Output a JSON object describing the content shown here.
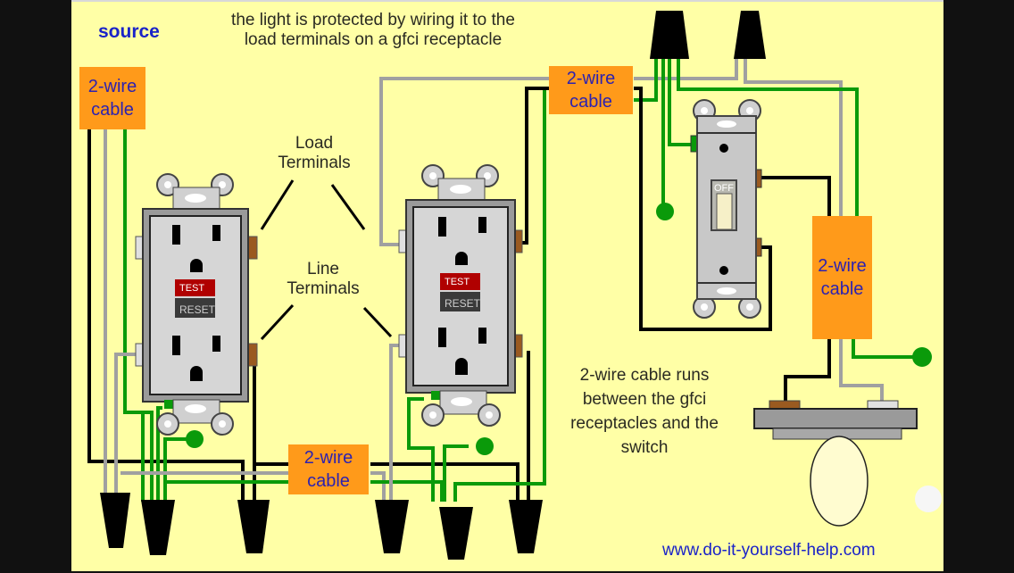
{
  "title_text": {
    "line1": "the light is protected by wiring it to the",
    "line2": "load terminals on a gfci receptacle"
  },
  "source_label": "source",
  "cable_labels": [
    {
      "line1": "2-wire",
      "line2": "cable"
    },
    {
      "line1": "2-wire",
      "line2": "cable"
    },
    {
      "line1": "2-wire",
      "line2": "cable"
    },
    {
      "line1": "2-wire",
      "line2": "cable"
    }
  ],
  "load_terminals": {
    "line1": "Load",
    "line2": "Terminals"
  },
  "line_terminals": {
    "line1": "Line",
    "line2": "Terminals"
  },
  "receptacles": [
    {
      "test_label": "TEST",
      "reset_label": "RESET"
    },
    {
      "test_label": "TEST",
      "reset_label": "RESET"
    }
  ],
  "switch": {
    "toggle_label": "OFF"
  },
  "note": {
    "line1": "2-wire cable runs",
    "line2": "between the gfci",
    "line3": "receptacles and the",
    "line4": "switch"
  },
  "website": "www.do-it-yourself-help.com",
  "colors": {
    "background": "#ffffa6",
    "cable_box": "#ff9a1a",
    "hot_wire": "#000000",
    "neutral_wire": "#a0a0a0",
    "ground_wire": "#0a9a0a",
    "label_blue": "#1a23c8"
  }
}
